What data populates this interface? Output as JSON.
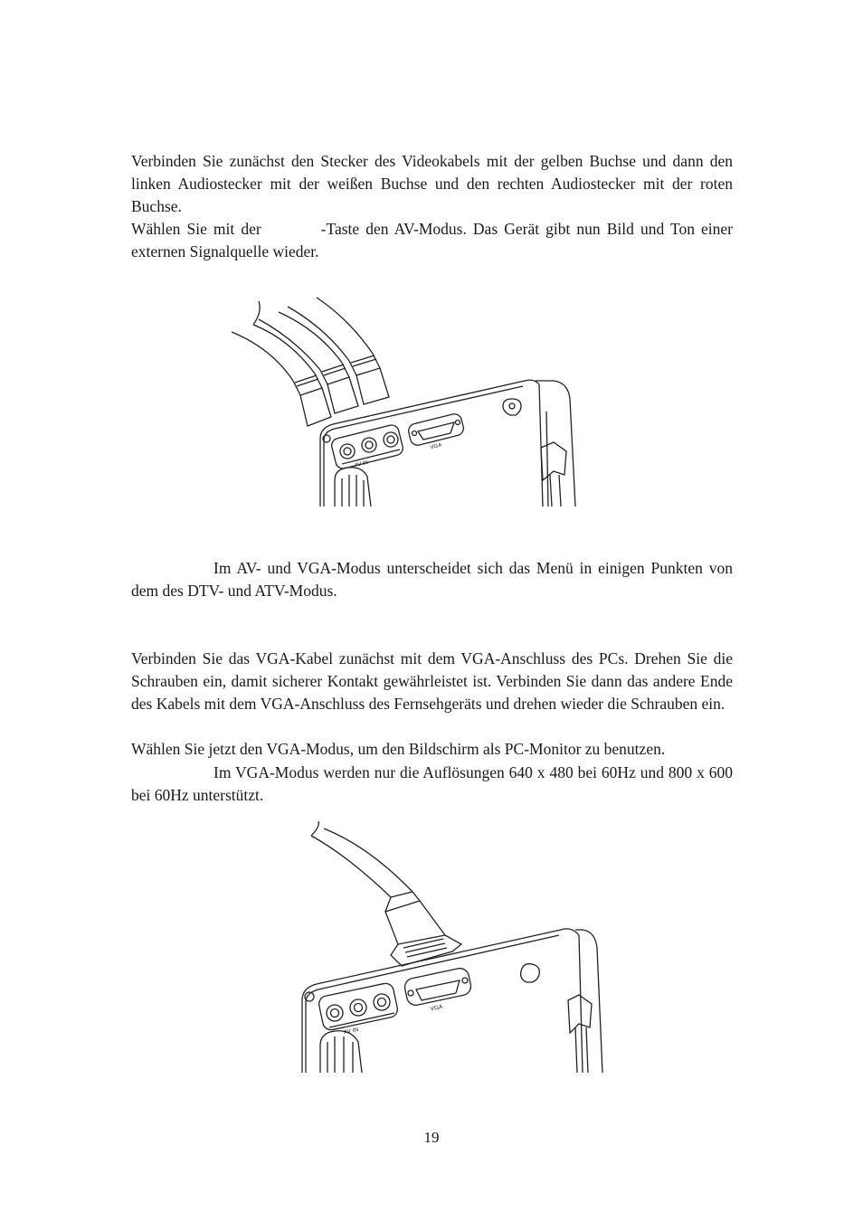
{
  "av_section": {
    "para1": "Verbinden Sie zunächst den Stecker des Videokabels mit der gelben Buchse und dann den linken Audiostecker mit der weißen Buchse und den rechten Audiostecker mit der roten Buchse.",
    "para2_start": "Wählen Sie mit der",
    "para2_end": "-Taste den AV-Modus. Das Gerät gibt nun Bild und Ton einer externen Signalquelle wieder."
  },
  "figure1": {
    "labels": {
      "av_in": "AV IN",
      "vga": "VGA"
    }
  },
  "note1": "Im AV- und VGA-Modus unterscheidet sich das Menü in einigen Punkten von dem des DTV- und ATV-Modus.",
  "vga_section": {
    "para1": "Verbinden Sie das VGA-Kabel zunächst mit dem VGA-Anschluss des PCs. Drehen Sie die Schrauben ein, damit sicherer Kontakt gewährleistet ist. Verbinden Sie dann das andere Ende des Kabels mit dem VGA-Anschluss des Fernsehgeräts und drehen wieder die Schrauben ein.",
    "para2": "Wählen Sie jetzt den VGA-Modus, um den Bildschirm als PC-Monitor zu benutzen.",
    "note": "Im VGA-Modus werden nur die Auflösungen 640 x 480 bei 60Hz und 800 x 600 bei 60Hz unterstützt."
  },
  "figure2": {
    "labels": {
      "av_in": "AV IN",
      "vga": "VGA"
    }
  },
  "page_number": "19"
}
